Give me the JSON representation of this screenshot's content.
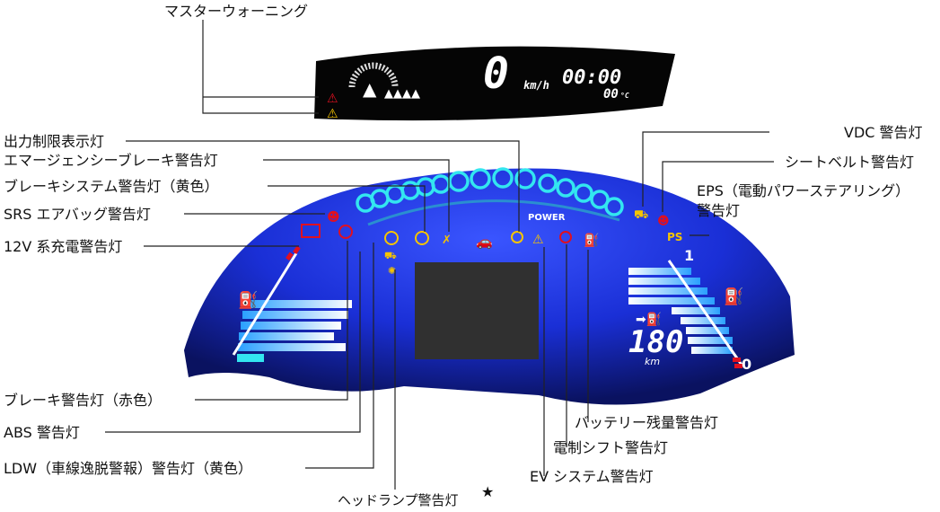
{
  "top_display": {
    "speed": "0",
    "speed_unit": "km/h",
    "clock": "00:00",
    "temperature": "00",
    "temp_unit": "°C"
  },
  "cluster": {
    "power_label": "POWER",
    "range_value": "180",
    "range_unit": "km",
    "gauge_max_label": "1",
    "gauge_min_label": "0",
    "eps_badge": "PS"
  },
  "callouts": {
    "master_warning": "マスターウォーニング",
    "output_limit": "出力制限表示灯",
    "emergency_brake": "エマージェンシーブレーキ警告灯",
    "brake_system_yellow": "ブレーキシステム警告灯（黄色）",
    "srs_airbag": "SRS エアバッグ警告灯",
    "charge_12v": "12V 系充電警告灯",
    "brake_red": "ブレーキ警告灯（赤色）",
    "abs": "ABS 警告灯",
    "ldw": "LDW（車線逸脱警報）警告灯（黄色）",
    "headlamp": "ヘッドランプ警告灯",
    "headlamp_mark": "★",
    "vdc": "VDC 警告灯",
    "seatbelt": "シートベルト警告灯",
    "eps_line1": "EPS（電動パワーステアリング）",
    "eps_line2": "警告灯",
    "battery_low": "バッテリー残量警告灯",
    "shift_warning": "電制シフト警告灯",
    "ev_system": "EV システム警告灯"
  },
  "colors": {
    "cluster_blue": "#1a2fd6",
    "panel_black": "#050505",
    "accent_cyan": "#33e6f0",
    "warning_red": "#e01020",
    "indicator_yellow": "#f5c400",
    "indicator_green": "#2fd04a"
  },
  "icons": [
    "warning-triangle-red-icon",
    "warning-triangle-yellow-icon",
    "tree-eco-icon",
    "airbag-icon",
    "battery-icon",
    "brake-red-icon",
    "abs-icon",
    "ldw-icon",
    "headlamp-icon",
    "brake-yellow-icon",
    "emergency-brake-icon",
    "car-ready-icon",
    "output-limit-icon",
    "ev-system-icon",
    "shift-warning-icon",
    "battery-low-icon",
    "vdc-icon",
    "seatbelt-icon",
    "plug-icon",
    "fuel-arrow-icon",
    "charge-station-icon"
  ]
}
